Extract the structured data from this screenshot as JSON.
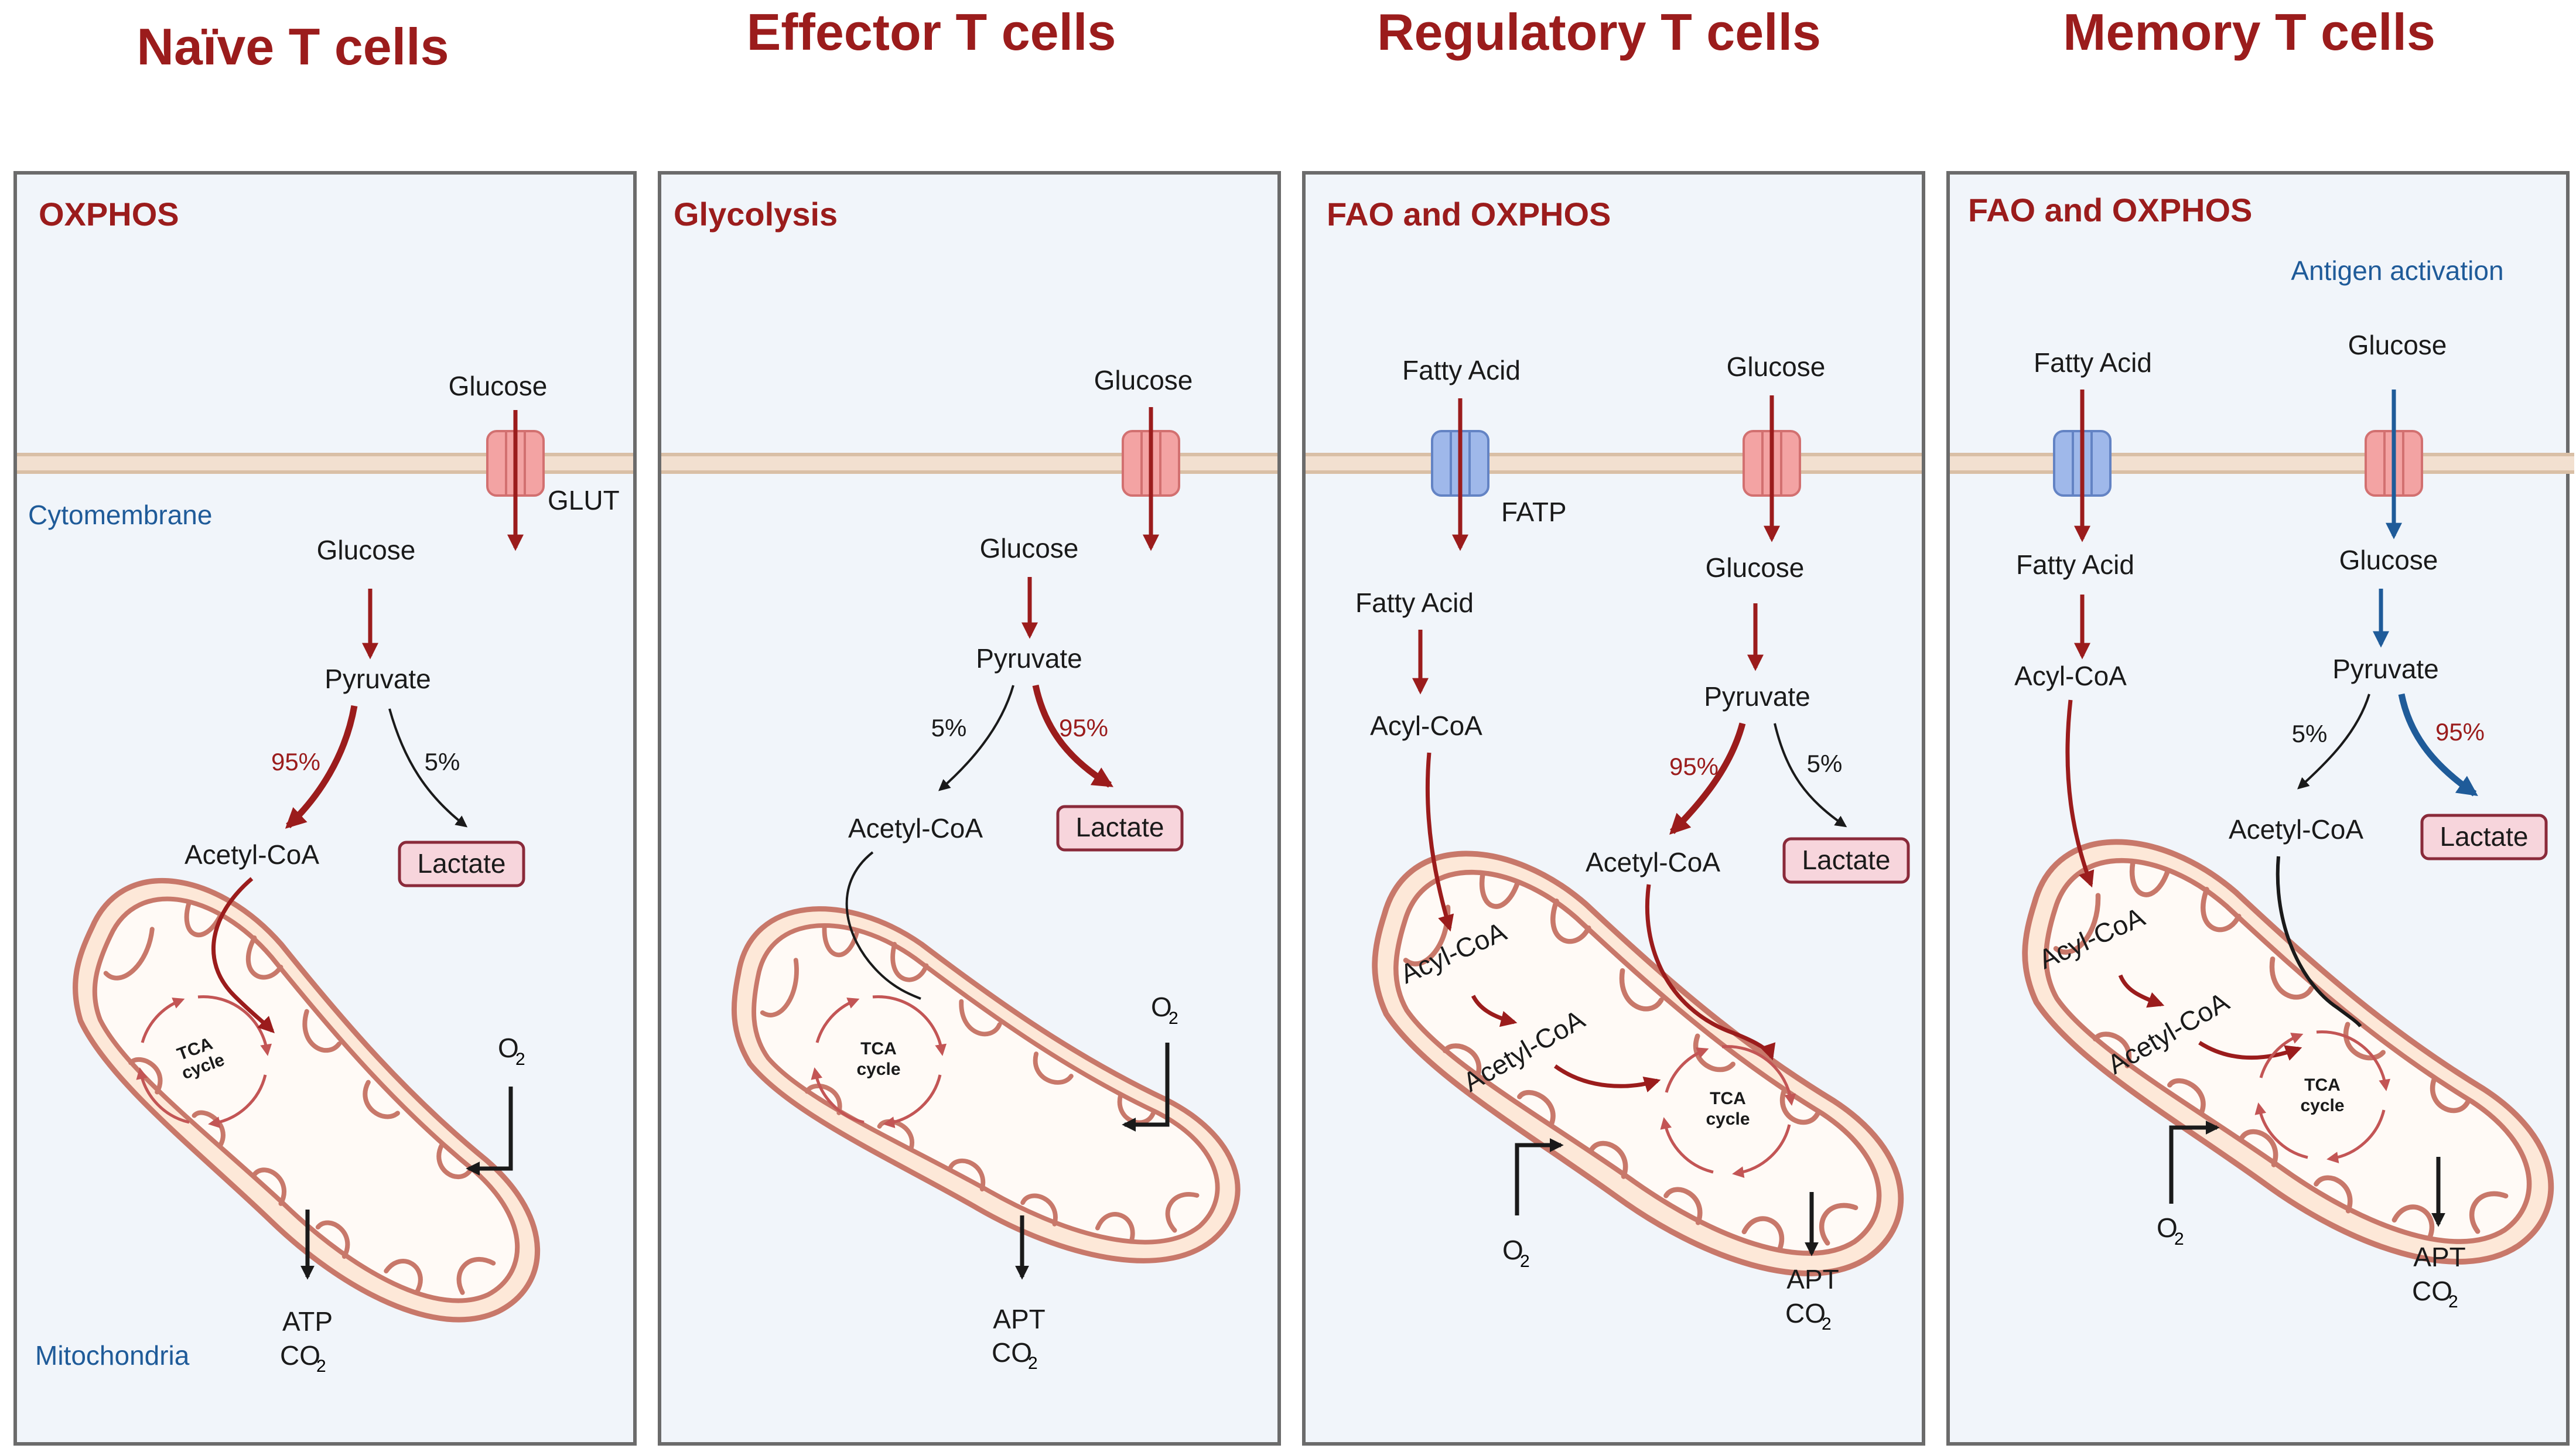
{
  "colors": {
    "accent_red": "#9b1c1c",
    "label_blue": "#1f5b99",
    "panel_bg": "#f1f5fa",
    "panel_border": "#6b6b6b",
    "mito_fill": "#fde8d8",
    "mito_stroke": "#c8786a",
    "lactate_fill": "#f7d5dc",
    "transporter_red": "#f3a3a3",
    "transporter_blue": "#9fb8ea"
  },
  "panels": [
    {
      "title": "Naïve T cells",
      "pathway": "OXPHOS",
      "side_labels": {
        "membrane": "Cytomembrane",
        "mito": "Mitochondria"
      },
      "glucose_outside": "Glucose",
      "transporter": "GLUT",
      "glucose_inside": "Glucose",
      "pyruvate": "Pyruvate",
      "pct_left": "95%",
      "pct_right": "5%",
      "acetyl": "Acetyl-CoA",
      "lactate": "Lactate",
      "tca": [
        "TCA",
        "cycle"
      ],
      "o2": "O",
      "o2_sub": "2",
      "out1": "ATP",
      "out2": "CO",
      "out2_sub": "2"
    },
    {
      "title": "Effector T cells",
      "pathway": "Glycolysis",
      "glucose_outside": "Glucose",
      "glucose_inside": "Glucose",
      "pyruvate": "Pyruvate",
      "pct_left": "5%",
      "pct_right": "95%",
      "acetyl": "Acetyl-CoA",
      "lactate": "Lactate",
      "tca": [
        "TCA",
        "cycle"
      ],
      "o2": "O",
      "o2_sub": "2",
      "out1": "APT",
      "out2": "CO",
      "out2_sub": "2"
    },
    {
      "title": "Regulatory T cells",
      "pathway": "FAO and OXPHOS",
      "fatty_outside": "Fatty Acid",
      "transporter_fa": "FATP",
      "fatty_inside": "Fatty Acid",
      "acyl": "Acyl-CoA",
      "glucose_outside": "Glucose",
      "glucose_inside": "Glucose",
      "pyruvate": "Pyruvate",
      "pct_left": "95%",
      "pct_right": "5%",
      "acetyl": "Acetyl-CoA",
      "lactate": "Lactate",
      "mito_acyl": "Acyl-CoA",
      "mito_acetyl": "Acetyl-CoA",
      "tca": [
        "TCA",
        "cycle"
      ],
      "o2": "O",
      "o2_sub": "2",
      "out1": "APT",
      "out2": "CO",
      "out2_sub": "2"
    },
    {
      "title": "Memory T cells",
      "pathway": "FAO and OXPHOS",
      "note": "Antigen activation",
      "fatty_outside": "Fatty Acid",
      "fatty_inside": "Fatty Acid",
      "acyl": "Acyl-CoA",
      "glucose_outside": "Glucose",
      "glucose_inside": "Glucose",
      "pyruvate": "Pyruvate",
      "pct_left": "5%",
      "pct_right": "95%",
      "acetyl": "Acetyl-CoA",
      "lactate": "Lactate",
      "mito_acyl": "Acyl-CoA",
      "mito_acetyl": "Acetyl-CoA",
      "tca": [
        "TCA",
        "cycle"
      ],
      "o2": "O",
      "o2_sub": "2",
      "out1": "APT",
      "out2": "CO",
      "out2_sub": "2"
    }
  ]
}
